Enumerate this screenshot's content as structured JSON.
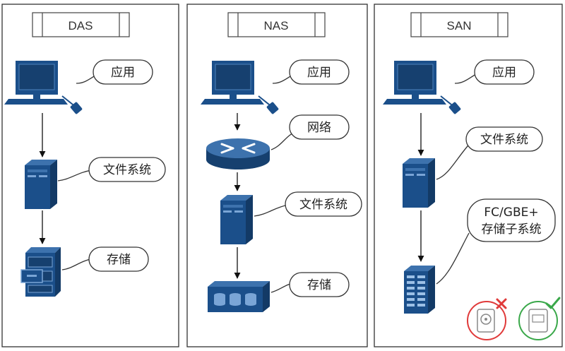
{
  "columns": [
    {
      "header": "DAS",
      "labels": {
        "app": "应用",
        "fs": "文件系统",
        "storage": "存储"
      }
    },
    {
      "header": "NAS",
      "labels": {
        "app": "应用",
        "network": "网络",
        "fs": "文件系统",
        "storage": "存储"
      }
    },
    {
      "header": "SAN",
      "labels": {
        "app": "应用",
        "fs": "文件系统",
        "subsystem_line1": "FC/GBE+",
        "subsystem_line2": "存储子系统"
      }
    }
  ],
  "badges": {
    "left": {
      "icon": "hdd-icon",
      "status": "cross",
      "color": "#e03a3a"
    },
    "right": {
      "icon": "ssd-icon",
      "status": "check",
      "color": "#3aa84a"
    }
  },
  "colors": {
    "icon": "#1b4f8a",
    "border": "#333333"
  }
}
